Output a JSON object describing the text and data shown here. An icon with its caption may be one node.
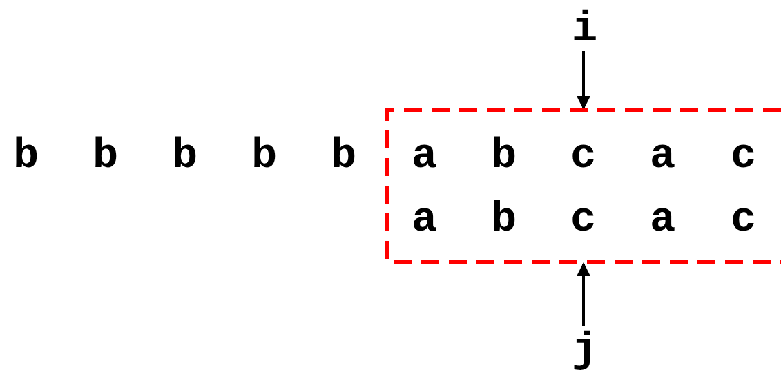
{
  "diagram": {
    "nodes": [
      {
        "text": [
          "i"
        ]
      },
      {
        "text": [],
        "shape": "box"
      },
      {
        "text": [
          "j"
        ]
      }
    ],
    "edges": [
      {
        "from": 0,
        "to": 1,
        "arrow": "to"
      },
      {
        "from": 2,
        "to": 1,
        "arrow": "to"
      }
    ],
    "labels": [
      "b",
      "b",
      "b",
      "b",
      "b",
      "a",
      "b",
      "c",
      "a",
      "c",
      "a",
      "b",
      "c",
      "a",
      "c"
    ]
  }
}
